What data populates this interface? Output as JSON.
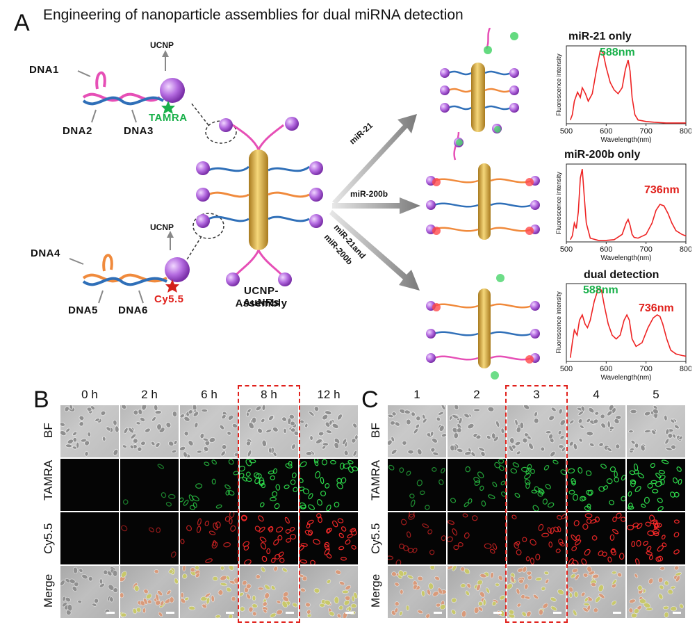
{
  "panel_a": {
    "letter": "A",
    "title": "Engineering of nanoparticle assemblies for dual miRNA detection",
    "labels": {
      "dna1": "DNA1",
      "dna2": "DNA2",
      "dna3": "DNA3",
      "ucnp_top": "UCNP",
      "tamra": "TAMRA",
      "dna4": "DNA4",
      "dna5": "DNA5",
      "dna6": "DNA6",
      "ucnp_bottom": "UCNP",
      "cy55": "Cy5.5",
      "assembly_line1": "UCNP-AuNRs",
      "assembly_line2": "Assembly",
      "arrow1": "miR-21",
      "arrow2": "miR-200b",
      "arrow3_line1": "miR-21and",
      "arrow3_line2": "miR-200b"
    },
    "colors": {
      "green": "#19b04a",
      "red": "#e0201b",
      "gold": "#d6a93c",
      "purple": "#b46be0"
    }
  },
  "chart_data": [
    {
      "type": "line",
      "title": "miR-21 only",
      "annotation": "588nm",
      "xlabel": "Wavelength(nm)",
      "ylabel": "Fluorescence intensity",
      "xlim": [
        500,
        800
      ],
      "xticks": [
        "500",
        "600",
        "700",
        "800"
      ],
      "series": [
        {
          "x": [
            510,
            515,
            520,
            528,
            535,
            540,
            548,
            555,
            565,
            575,
            585,
            592,
            600,
            610,
            620,
            630,
            640,
            648,
            655,
            660,
            665,
            672,
            680,
            690,
            700,
            720,
            750,
            780,
            800
          ],
          "y": [
            0.05,
            0.12,
            0.3,
            0.42,
            0.35,
            0.48,
            0.4,
            0.3,
            0.4,
            0.7,
            0.97,
            0.95,
            0.75,
            0.55,
            0.45,
            0.4,
            0.48,
            0.72,
            0.85,
            0.7,
            0.35,
            0.12,
            0.05,
            0.04,
            0.03,
            0.02,
            0.01,
            0.01,
            0.01
          ]
        }
      ]
    },
    {
      "type": "line",
      "title": "miR-200b only",
      "annotation": "736nm",
      "xlabel": "Wavelength(nm)",
      "ylabel": "Fluorescence intensity",
      "xlim": [
        500,
        800
      ],
      "xticks": [
        "500",
        "600",
        "700",
        "800"
      ],
      "series": [
        {
          "x": [
            510,
            515,
            520,
            525,
            530,
            535,
            540,
            545,
            550,
            560,
            580,
            600,
            620,
            640,
            650,
            655,
            660,
            665,
            670,
            680,
            700,
            715,
            725,
            735,
            745,
            755,
            765,
            775,
            790,
            800
          ],
          "y": [
            0.03,
            0.08,
            0.25,
            0.18,
            0.4,
            0.85,
            0.97,
            0.6,
            0.25,
            0.05,
            0.02,
            0.02,
            0.03,
            0.1,
            0.25,
            0.3,
            0.22,
            0.1,
            0.06,
            0.05,
            0.1,
            0.25,
            0.42,
            0.5,
            0.48,
            0.38,
            0.25,
            0.15,
            0.1,
            0.08
          ]
        }
      ]
    },
    {
      "type": "line",
      "title": "dual detection",
      "annotation_green": "588nm",
      "annotation_red": "736nm",
      "xlabel": "Wavelength(nm)",
      "ylabel": "Fluorescence intensity",
      "xlim": [
        500,
        800
      ],
      "xticks": [
        "500",
        "600",
        "700",
        "800"
      ],
      "series": [
        {
          "x": [
            510,
            515,
            520,
            527,
            533,
            540,
            547,
            553,
            560,
            570,
            580,
            588,
            595,
            605,
            615,
            625,
            635,
            645,
            652,
            658,
            665,
            675,
            690,
            705,
            718,
            728,
            735,
            742,
            752,
            762,
            775,
            790,
            800
          ],
          "y": [
            0.05,
            0.25,
            0.42,
            0.35,
            0.55,
            0.62,
            0.5,
            0.45,
            0.55,
            0.8,
            0.97,
            0.95,
            0.75,
            0.5,
            0.35,
            0.3,
            0.35,
            0.55,
            0.62,
            0.55,
            0.3,
            0.2,
            0.25,
            0.45,
            0.58,
            0.62,
            0.6,
            0.5,
            0.3,
            0.15,
            0.1,
            0.08,
            0.07
          ]
        }
      ]
    }
  ],
  "panel_b": {
    "letter": "B",
    "columns": [
      "0 h",
      "2 h",
      "6 h",
      "8 h",
      "12 h"
    ],
    "rows": [
      "BF",
      "TAMRA",
      "Cy5.5",
      "Merge"
    ],
    "highlight_column": "8 h"
  },
  "panel_c": {
    "letter": "C",
    "columns": [
      "1",
      "2",
      "3",
      "4",
      "5"
    ],
    "rows": [
      "BF",
      "TAMRA",
      "Cy5.5",
      "Merge"
    ],
    "highlight_column": "3"
  }
}
